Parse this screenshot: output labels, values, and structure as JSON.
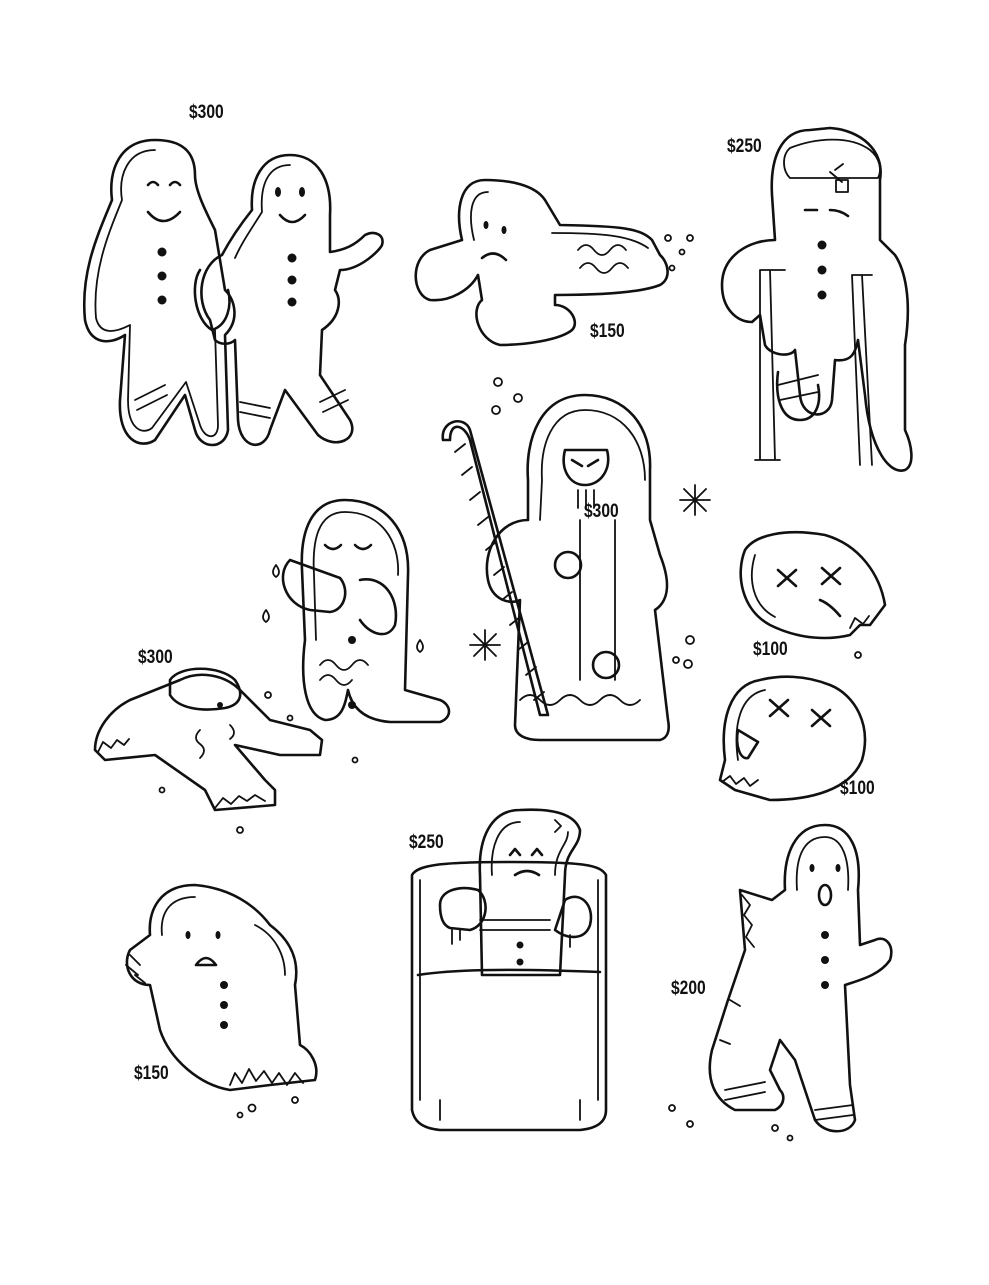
{
  "sheet": {
    "colors": {
      "ink": "#111111",
      "paper": "#ffffff"
    },
    "items": [
      {
        "id": "friends",
        "price": "$300"
      },
      {
        "id": "broken-lying",
        "price": "$150"
      },
      {
        "id": "injured-crutches",
        "price": "$250"
      },
      {
        "id": "reaper-candy-cane",
        "price": "$300"
      },
      {
        "id": "crying",
        "price": ""
      },
      {
        "id": "broken-body",
        "price": "$300"
      },
      {
        "id": "head-upper",
        "price": "$100"
      },
      {
        "id": "head-lower",
        "price": "$100"
      },
      {
        "id": "milk-glass",
        "price": "$250"
      },
      {
        "id": "bitten-head",
        "price": "$150"
      },
      {
        "id": "bitten-legs",
        "price": "$200"
      }
    ]
  }
}
